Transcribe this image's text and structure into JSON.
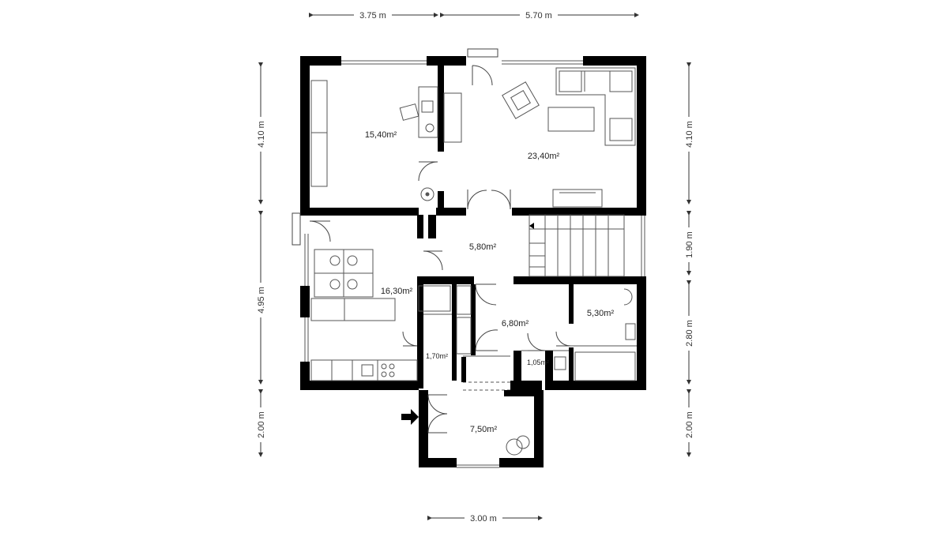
{
  "dimensions": {
    "top": [
      "3.75 m",
      "5.70 m"
    ],
    "bottom": [
      "3.00 m"
    ],
    "left": [
      "4.10 m",
      "4.95 m",
      "2.00 m"
    ],
    "right": [
      "4.10 m",
      "1.90 m",
      "2.80 m",
      "2.00 m"
    ]
  },
  "rooms": [
    {
      "area": "15,40m²"
    },
    {
      "area": "23,40m²"
    },
    {
      "area": "5,80m²"
    },
    {
      "area": "16,30m²"
    },
    {
      "area": "6,80m²"
    },
    {
      "area": "5,30m²"
    },
    {
      "area": "1,70m²"
    },
    {
      "area": "1,05m²"
    },
    {
      "area": "7,50m²"
    }
  ],
  "colors": {
    "wall": "#000000",
    "line": "#444444",
    "furniture": "#555555"
  }
}
